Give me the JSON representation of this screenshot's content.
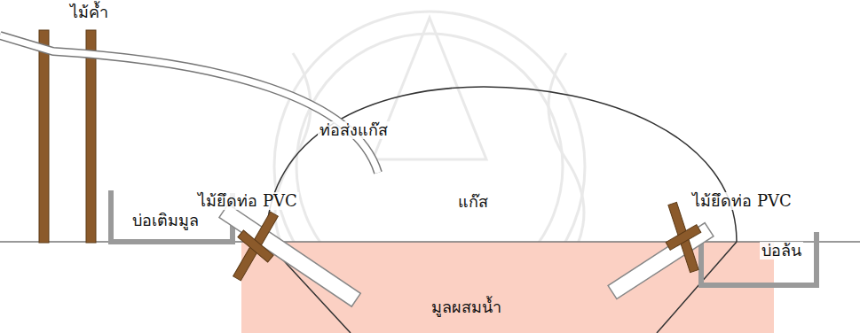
{
  "diagram": {
    "labels": [
      "ไม้ค้ำ",
      "ท่อส่งแก๊ส",
      "แก๊ส",
      "ไม้ยึดท่อ PVC",
      "ไม้ยึดท่อ PVC",
      "บ่อเติมมูล",
      "บ่อล้น",
      "มูลผสมน้ำ"
    ]
  }
}
